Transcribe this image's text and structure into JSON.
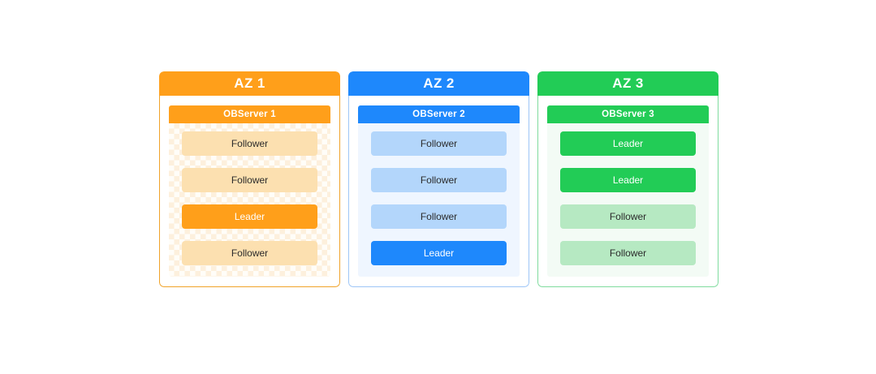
{
  "diagram": {
    "zones": [
      {
        "id": "az-1",
        "title": "AZ 1",
        "accent_color": "#ff9f1a",
        "border_color": "#f0a32a",
        "surface_color": "#fffdf8",
        "replica_light_color": "#fce0b0",
        "observer": {
          "label": "OBServer 1",
          "replicas": [
            {
              "role": "Follower"
            },
            {
              "role": "Follower"
            },
            {
              "role": "Leader"
            },
            {
              "role": "Follower"
            }
          ]
        }
      },
      {
        "id": "az-2",
        "title": "AZ 2",
        "accent_color": "#1e88fc",
        "border_color": "#9dc6f7",
        "surface_color": "#eff6ff",
        "replica_light_color": "#b3d6fb",
        "observer": {
          "label": "OBServer 2",
          "replicas": [
            {
              "role": "Follower"
            },
            {
              "role": "Follower"
            },
            {
              "role": "Follower"
            },
            {
              "role": "Leader"
            }
          ]
        }
      },
      {
        "id": "az-3",
        "title": "AZ 3",
        "accent_color": "#22cc56",
        "border_color": "#7fdb9e",
        "surface_color": "#f3fbf5",
        "replica_light_color": "#b6e9c2",
        "observer": {
          "label": "OBServer 3",
          "replicas": [
            {
              "role": "Leader"
            },
            {
              "role": "Leader"
            },
            {
              "role": "Follower"
            },
            {
              "role": "Follower"
            }
          ]
        }
      }
    ]
  }
}
